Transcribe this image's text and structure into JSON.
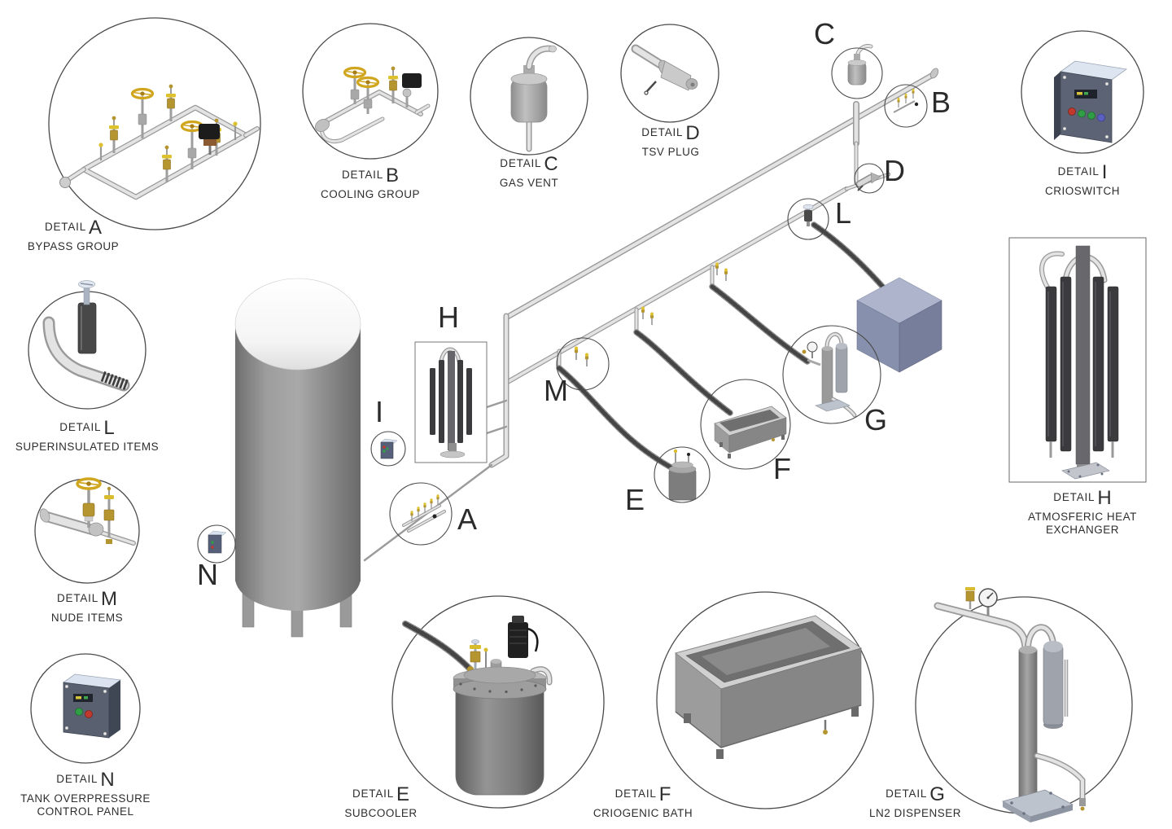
{
  "labels": {
    "prefix": "DETAIL"
  },
  "diagram": {
    "type": "isometric-cryogenic-plant-diagram",
    "details": [
      {
        "letter": "A",
        "name": "BYPASS GROUP"
      },
      {
        "letter": "B",
        "name": "COOLING GROUP"
      },
      {
        "letter": "C",
        "name": "GAS VENT"
      },
      {
        "letter": "D",
        "name": "TSV PLUG"
      },
      {
        "letter": "E",
        "name": "SUBCOOLER"
      },
      {
        "letter": "F",
        "name": "CRIOGENIC BATH"
      },
      {
        "letter": "G",
        "name": "LN2 DISPENSER"
      },
      {
        "letter": "H",
        "name": "ATMOSFERIC HEAT EXCHANGER"
      },
      {
        "letter": "I",
        "name": "CRIOSWITCH"
      },
      {
        "letter": "L",
        "name": "SUPERINSULATED ITEMS"
      },
      {
        "letter": "M",
        "name": "NUDE ITEMS"
      },
      {
        "letter": "N",
        "name": "TANK OVERPRESSURE CONTROL PANEL"
      }
    ],
    "colors": {
      "background": "#ffffff",
      "pipe": "#c9c9c9",
      "pipe_edge": "#9a9a9a",
      "flex_hose": "#454545",
      "tank_body": "#8f8f8f",
      "tank_dome": "#f8f8f8",
      "brass_valve": "#b5952f",
      "handwheel_yellow": "#d1a61f",
      "machine_cube": "#8790ac",
      "panel_box": "#59606f",
      "panel_top": "#dae3ef",
      "led_green": "#2f9e44",
      "led_red": "#c0392c",
      "led_blue": "#5a5fc0",
      "outline": "#4a4a4a",
      "text": "#2e2e2e"
    }
  }
}
